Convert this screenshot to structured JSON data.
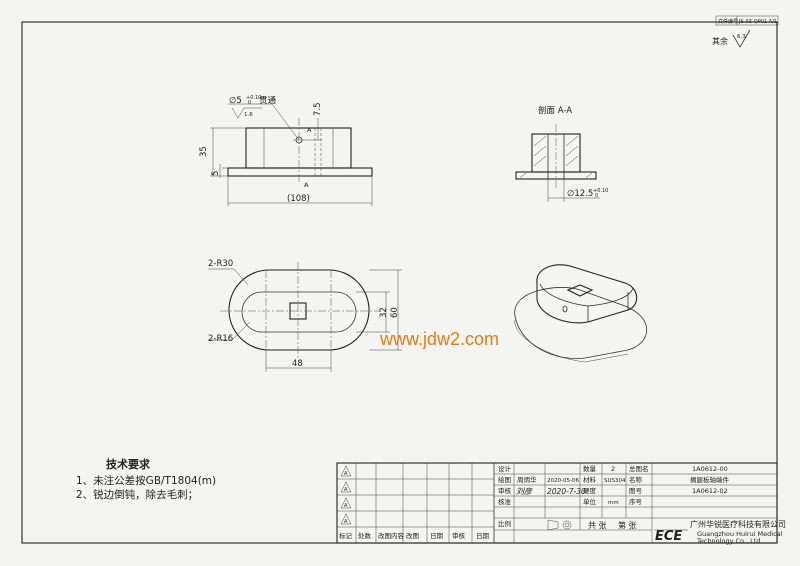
{
  "doc_number_label": "文件编号",
  "doc_number_value": "JS-03-QP01 A/1",
  "roughness_note": "其余",
  "roughness_value": "6.3",
  "watermark": "www.jdw2.com",
  "section_title": "剖面 A-A",
  "section_marker": "A",
  "dims": {
    "hole": "∅5",
    "hole_tol": "+0.10\n0",
    "through": "贯通",
    "hole_rough": "1.6",
    "d75": "7.5",
    "d35": "35",
    "d5": "5",
    "d108": "(108)",
    "d125": "∅12.5",
    "d125_tol": "+0.10\n0",
    "r30": "2-R30",
    "r16": "2-R16",
    "d32": "32",
    "d60": "60",
    "d48": "48"
  },
  "tech": {
    "heading": "技术要求",
    "lines": [
      "1、未注公差按GB/T1804(m)",
      "2、锐边倒钝，除去毛刺；"
    ]
  },
  "title_block": {
    "rev_headers": [
      "标记",
      "处数",
      "改图内容",
      "改图",
      "日期",
      "审核",
      "日期"
    ],
    "rev_symbol": "A",
    "roles": [
      "设计",
      "绘图",
      "审核",
      "核准",
      "比例"
    ],
    "drawer": "周炳华",
    "draw_date": "2020-05-06",
    "checker_sign": "刘彦",
    "check_date": "2020-7-30",
    "props": [
      {
        "label": "数量",
        "value": "2"
      },
      {
        "label": "材料",
        "value": "SUS304"
      },
      {
        "label": "硬度",
        "value": ""
      },
      {
        "label": "单位",
        "value": "mm"
      }
    ],
    "sheet_count_label": "共  张",
    "sheet_no_label": "第  张",
    "fields": [
      {
        "label": "总图名",
        "value": "1A0612-00"
      },
      {
        "label": "名称",
        "value": "搁腿板轴端件"
      },
      {
        "label": "图号",
        "value": "1A0612-02"
      },
      {
        "label": "序号",
        "value": ""
      }
    ],
    "company_logo": "ECE",
    "company_cn": "广州华锐医疗科技有限公司",
    "company_en1": "Guangzhou Huirui Medical",
    "company_en2": "Technology Co., Ltd"
  }
}
